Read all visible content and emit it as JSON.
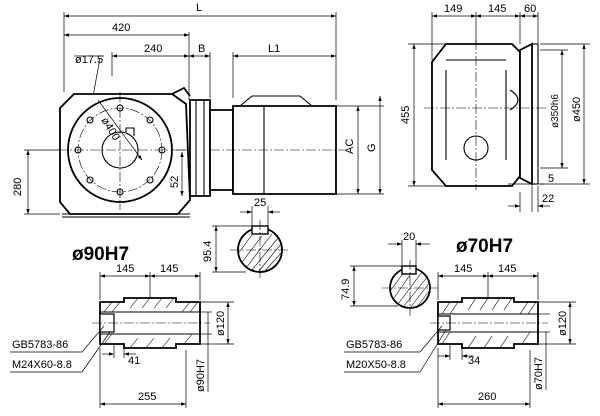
{
  "main_view": {
    "dims": {
      "overall": "L",
      "length_420": "420",
      "bolt_hole": "ø17.5",
      "length_240": "240",
      "motor_b": "B",
      "motor_l1": "L1",
      "pcd": "ø400",
      "height_280": "280",
      "height_52": "52",
      "motor_ac": "AC",
      "motor_g": "G"
    }
  },
  "side_view": {
    "dims": {
      "w149": "149",
      "w145": "145",
      "w60": "60",
      "h455": "455",
      "spigot": "ø350h6",
      "flange": "ø450",
      "t5": "5",
      "t22": "22"
    }
  },
  "keyway_90": {
    "title": "ø90H7",
    "key_width": "25",
    "depth": "95.4"
  },
  "keyway_70": {
    "title": "ø70H7",
    "key_width": "20",
    "depth": "74.9"
  },
  "shaft_90": {
    "len_a": "145",
    "len_b": "145",
    "dia": "ø120",
    "standard": "GB5783-86",
    "bolt": "M24X60-8.8",
    "thread_len": "41",
    "bore": "ø90H7",
    "total": "255"
  },
  "shaft_70": {
    "len_a": "145",
    "len_b": "145",
    "dia": "ø120",
    "standard": "GB5783-86",
    "bolt": "M20X50-8.8",
    "thread_len": "34",
    "bore": "ø70H7",
    "total": "260"
  }
}
